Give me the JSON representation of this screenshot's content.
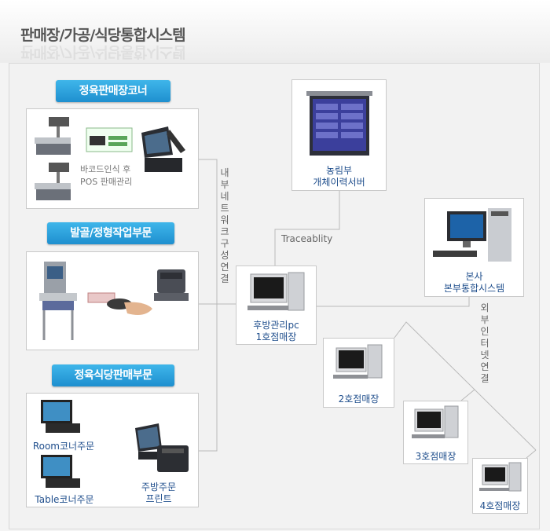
{
  "page": {
    "title": "판매장/가공/식당통합시스템"
  },
  "sections": {
    "meat_corner": {
      "title": "정육판매장코너",
      "caption_line1": "바코드인식 후",
      "caption_line2": "POS 판매관리"
    },
    "deboning": {
      "title": "발골/정형작업부문"
    },
    "restaurant": {
      "title": "정육식당판매부문",
      "room_label": "Room코너주문",
      "table_label": "Table코너주문",
      "kitchen_label_line1": "주방주문",
      "kitchen_label_line2": "프린트"
    }
  },
  "connections": {
    "internal_network": "내부네트워크구성연결",
    "external_internet": "외부인터넷연결",
    "traceability": "Traceablity"
  },
  "nodes": {
    "server": {
      "line1": "농림부",
      "line2": "개체이력서버"
    },
    "hq": {
      "line1": "본사",
      "line2": "본부통합시스템"
    },
    "backoffice": {
      "line1": "후방관리pc",
      "line2": "1호점매장"
    },
    "store2": {
      "label": "2호점매장"
    },
    "store3": {
      "label": "3호점매장"
    },
    "store4": {
      "label": "4호점매장"
    }
  },
  "colors": {
    "badge": "#2a9fdd",
    "label": "#1f4e8c",
    "server": "#3b3f9c"
  }
}
